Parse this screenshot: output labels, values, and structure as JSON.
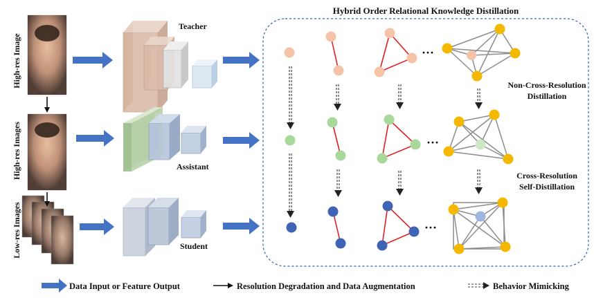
{
  "title": "Hybrid Order Relational Knowledge Distillation",
  "row_labels": {
    "top": "High-res Image",
    "middle": "High-res Images",
    "bottom": "Low-res Images"
  },
  "network_labels": {
    "teacher": "Teacher",
    "assistant": "Assistant",
    "student": "Student"
  },
  "side_labels": {
    "non_cross_line1": "Non-Cross-Resolution",
    "non_cross_line2": "Distillation",
    "cross_line1": "Cross-Resolution",
    "cross_line2": "Self-Distillation"
  },
  "ellipsis": "···",
  "legend": {
    "data_input": "Data Input or Feature Output",
    "degradation": "Resolution Degradation and Data Augmentation",
    "mimicking": "Behavior Mimicking"
  },
  "colors": {
    "teacher_node": "#f5c4a8",
    "assistant_node": "#a8d89a",
    "student_node": "#3f64b5",
    "hub_node": "#f5b800",
    "relation_edge": "#e02020",
    "graph_edge": "#8c8c8c",
    "block_arrow": "#4472c4",
    "panel_border": "#2e5fa8"
  }
}
